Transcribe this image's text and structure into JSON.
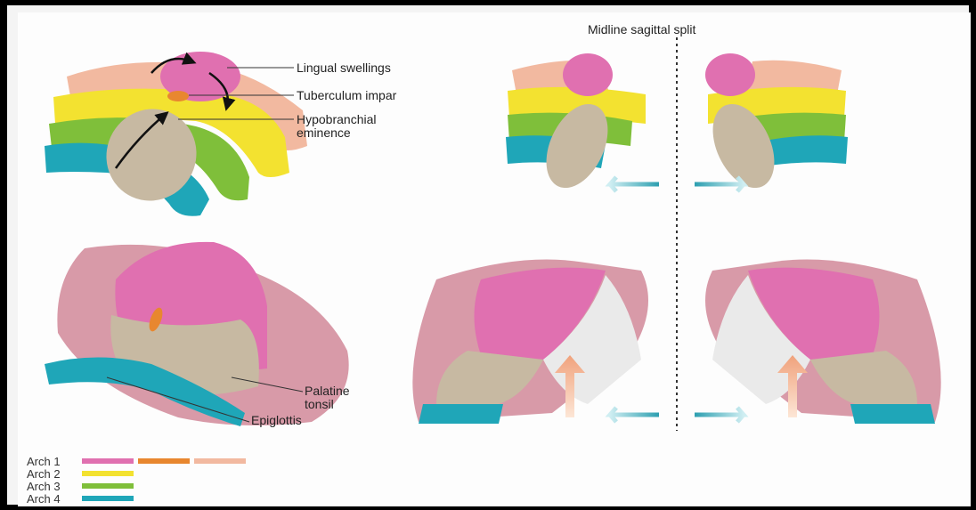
{
  "colors": {
    "arch1_pink": "#e070b0",
    "arch1_orange": "#e8872f",
    "arch1_peach": "#f2b9a0",
    "arch2_yellow": "#f3e230",
    "arch3_green": "#7fbf3a",
    "arch4_teal": "#1fa6b8",
    "hypobranchial_tan": "#c7b9a2",
    "mucosa_rose": "#d89aa8"
  },
  "labels": {
    "midline": "Midline sagittal split",
    "lingual_swellings": "Lingual swellings",
    "tuberculum_impar": "Tuberculum impar",
    "hypobranchial_1": "Hypobranchial",
    "hypobranchial_2": "eminence",
    "palatine_1": "Palatine",
    "palatine_2": "tonsil",
    "epiglottis": "Epiglottis"
  },
  "legend": [
    {
      "name": "Arch 1",
      "swatches": [
        "arch1_pink",
        "arch1_orange",
        "arch1_peach"
      ]
    },
    {
      "name": "Arch 2",
      "swatches": [
        "arch2_yellow"
      ]
    },
    {
      "name": "Arch 3",
      "swatches": [
        "arch3_green"
      ]
    },
    {
      "name": "Arch 4",
      "swatches": [
        "arch4_teal"
      ]
    }
  ]
}
